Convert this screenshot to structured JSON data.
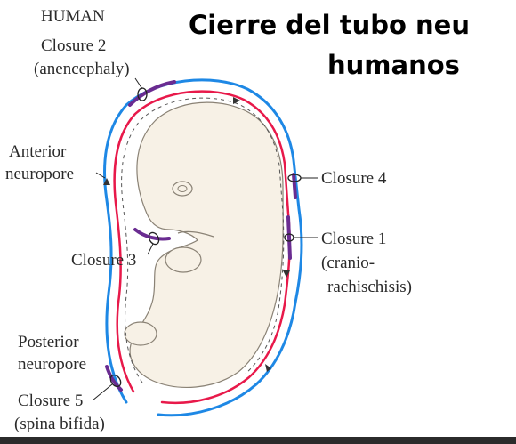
{
  "title_line1": "Cierre del tubo neu",
  "title_line2": "humanos",
  "species_label": "HUMAN",
  "labels": {
    "closure2_line1": "Closure 2",
    "closure2_line2": "(anencephaly)",
    "anterior_line1": "Anterior",
    "anterior_line2": "neuropore",
    "closure3": "Closure 3",
    "closure4": "Closure 4",
    "closure1_line1": "Closure 1",
    "closure1_line2": "(cranio-",
    "closure1_line3": "rachischisis)",
    "posterior_line1": "Posterior",
    "posterior_line2": "neuropore",
    "closure5_line1": "Closure 5",
    "closure5_line2": "(spina bifida)"
  },
  "colors": {
    "surface_ectoderm": "#1e88e5",
    "neural_fold": "#e8194a",
    "closure_segment": "#6a2c91",
    "embryo_fill": "#f7f1e6",
    "embryo_outline": "#8a8275",
    "label_text": "#2a2a2a"
  }
}
